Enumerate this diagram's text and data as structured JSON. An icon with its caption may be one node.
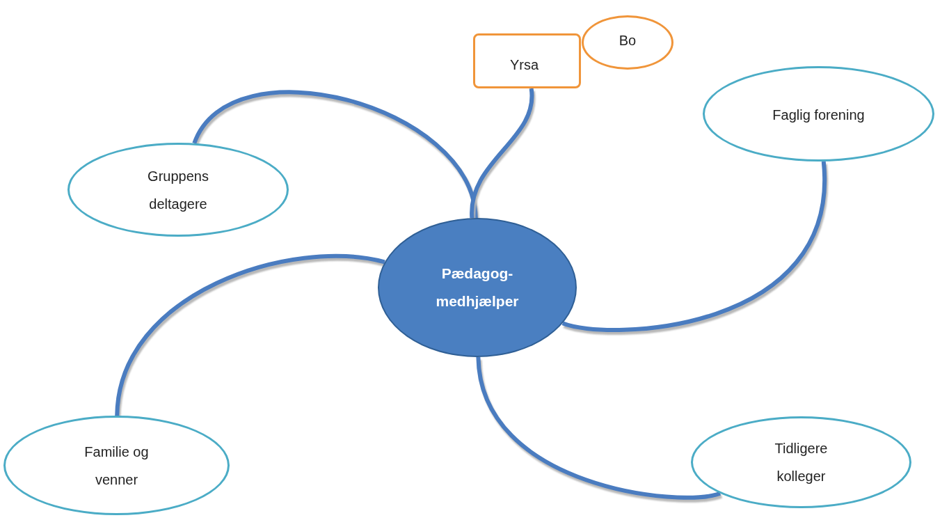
{
  "diagram": {
    "nodes": [
      {
        "text": [
          "Pædagog-medhjælper"
        ]
      },
      {
        "text": [
          "Yrsa"
        ]
      },
      {
        "text": [
          "Bo"
        ]
      },
      {
        "text": [
          "Gruppens deltagere"
        ]
      },
      {
        "text": [
          "Faglig forening"
        ]
      },
      {
        "text": [
          "Familie og venner"
        ]
      },
      {
        "text": [
          "Tidligere kolleger"
        ]
      }
    ],
    "edges": [
      {
        "from": 0,
        "to": 3,
        "arrow": "none"
      },
      {
        "from": 0,
        "to": 1,
        "arrow": "none"
      },
      {
        "from": 0,
        "to": 4,
        "arrow": "none"
      },
      {
        "from": 0,
        "to": 5,
        "arrow": "none"
      },
      {
        "from": 0,
        "to": 6,
        "arrow": "none"
      }
    ]
  }
}
